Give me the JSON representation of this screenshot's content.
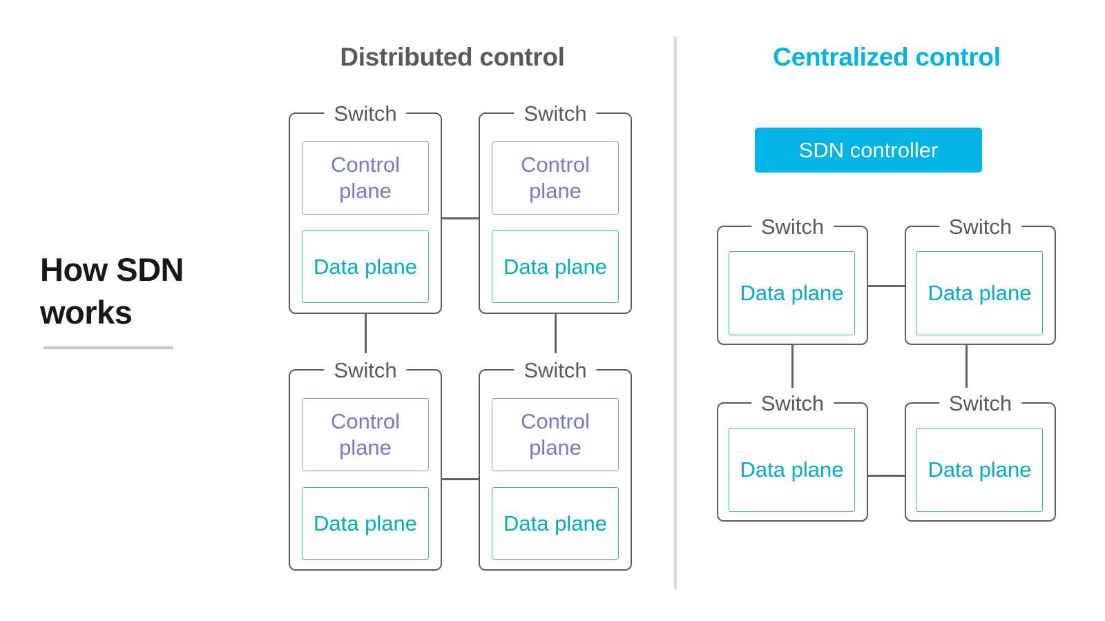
{
  "page": {
    "title_line1": "How SDN",
    "title_line2": "works"
  },
  "distributed": {
    "heading": "Distributed control",
    "switches": [
      {
        "label": "Switch",
        "control": "Control plane",
        "data": "Data plane"
      },
      {
        "label": "Switch",
        "control": "Control plane",
        "data": "Data plane"
      },
      {
        "label": "Switch",
        "control": "Control plane",
        "data": "Data plane"
      },
      {
        "label": "Switch",
        "control": "Control plane",
        "data": "Data plane"
      }
    ]
  },
  "centralized": {
    "heading": "Centralized control",
    "controller": "SDN controller",
    "switches": [
      {
        "label": "Switch",
        "data": "Data plane"
      },
      {
        "label": "Switch",
        "data": "Data plane"
      },
      {
        "label": "Switch",
        "data": "Data plane"
      },
      {
        "label": "Switch",
        "data": "Data plane"
      }
    ]
  },
  "colors": {
    "title": "#18181c",
    "gray-text": "#58595b",
    "gray-border": "#5b5c5e",
    "line": "#606163",
    "purple-border": "#9193dc",
    "purple-text": "#7578d1",
    "teal-border": "#2db6d1",
    "teal-text": "#00adc8",
    "cyan": "#00b4e5",
    "underline": "#c9c9c9",
    "divider": "#dcdcdc"
  }
}
